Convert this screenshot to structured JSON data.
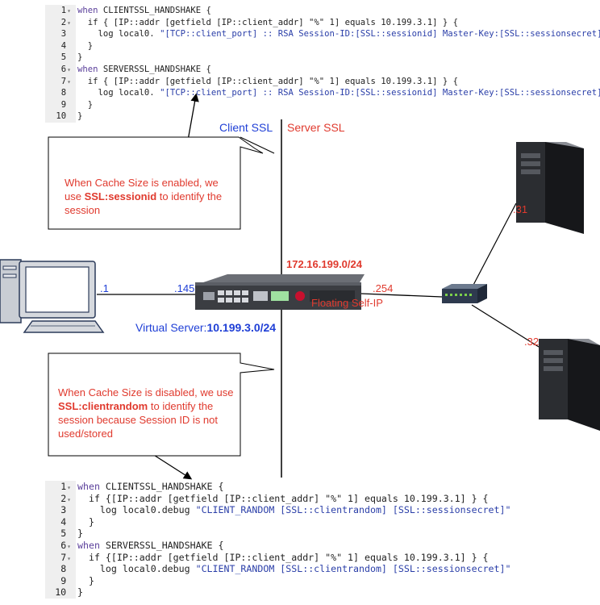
{
  "code_top": {
    "lines": [
      {
        "n": "1",
        "fold": true,
        "parts": [
          {
            "t": "when",
            "c": "kw"
          },
          {
            "t": " CLIENTSSL_HANDSHAKE {",
            "c": ""
          }
        ]
      },
      {
        "n": "2",
        "fold": true,
        "parts": [
          {
            "t": "  if { [IP::addr [getfield [IP::client_addr] \"%\" 1] equals 10.199.3.1] } {",
            "c": ""
          }
        ]
      },
      {
        "n": "3",
        "fold": false,
        "parts": [
          {
            "t": "    log local0. ",
            "c": ""
          },
          {
            "t": "\"[TCP::client_port] :: RSA Session-ID:[SSL::sessionid] Master-Key:[SSL::sessionsecret]\"",
            "c": "str"
          }
        ]
      },
      {
        "n": "4",
        "fold": false,
        "parts": [
          {
            "t": "  }",
            "c": ""
          }
        ]
      },
      {
        "n": "5",
        "fold": false,
        "parts": [
          {
            "t": "}",
            "c": ""
          }
        ]
      },
      {
        "n": "6",
        "fold": true,
        "parts": [
          {
            "t": "when",
            "c": "kw"
          },
          {
            "t": " SERVERSSL_HANDSHAKE {",
            "c": ""
          }
        ]
      },
      {
        "n": "7",
        "fold": true,
        "parts": [
          {
            "t": "  if { [IP::addr [getfield [IP::client_addr] \"%\" 1] equals 10.199.3.1] } {",
            "c": ""
          }
        ]
      },
      {
        "n": "8",
        "fold": false,
        "parts": [
          {
            "t": "    log local0. ",
            "c": ""
          },
          {
            "t": "\"[TCP::client_port] :: RSA Session-ID:[SSL::sessionid] Master-Key:[SSL::sessionsecret]\"",
            "c": "str"
          }
        ]
      },
      {
        "n": "9",
        "fold": false,
        "parts": [
          {
            "t": "  }",
            "c": ""
          }
        ]
      },
      {
        "n": "10",
        "fold": false,
        "parts": [
          {
            "t": "}",
            "c": ""
          }
        ]
      }
    ]
  },
  "code_bottom": {
    "lines": [
      {
        "n": "1",
        "fold": true,
        "parts": [
          {
            "t": "when",
            "c": "kw"
          },
          {
            "t": " CLIENTSSL_HANDSHAKE {",
            "c": ""
          }
        ]
      },
      {
        "n": "2",
        "fold": true,
        "parts": [
          {
            "t": "  if {[IP::addr [getfield [IP::client_addr] \"%\" 1] equals 10.199.3.1] } {",
            "c": ""
          }
        ]
      },
      {
        "n": "3",
        "fold": false,
        "parts": [
          {
            "t": "    log local0.debug ",
            "c": ""
          },
          {
            "t": "\"CLIENT_RANDOM [SSL::clientrandom] [SSL::sessionsecret]\"",
            "c": "str"
          }
        ]
      },
      {
        "n": "4",
        "fold": false,
        "parts": [
          {
            "t": "  }",
            "c": ""
          }
        ]
      },
      {
        "n": "5",
        "fold": false,
        "parts": [
          {
            "t": "}",
            "c": ""
          }
        ]
      },
      {
        "n": "6",
        "fold": true,
        "parts": [
          {
            "t": "when",
            "c": "kw"
          },
          {
            "t": " SERVERSSL_HANDSHAKE {",
            "c": ""
          }
        ]
      },
      {
        "n": "7",
        "fold": true,
        "parts": [
          {
            "t": "  if {[IP::addr [getfield [IP::client_addr] \"%\" 1] equals 10.199.3.1] } {",
            "c": ""
          }
        ]
      },
      {
        "n": "8",
        "fold": false,
        "parts": [
          {
            "t": "    log local0.debug ",
            "c": ""
          },
          {
            "t": "\"CLIENT_RANDOM [SSL::clientrandom] [SSL::sessionsecret]\"",
            "c": "str"
          }
        ]
      },
      {
        "n": "9",
        "fold": false,
        "parts": [
          {
            "t": "  }",
            "c": ""
          }
        ]
      },
      {
        "n": "10",
        "fold": false,
        "parts": [
          {
            "t": "}",
            "c": ""
          }
        ]
      }
    ]
  },
  "labels": {
    "client_ssl": "Client SSL",
    "server_ssl": "Server SSL",
    "client_ip": ".1",
    "vip_ip": ".145",
    "self_ip": ".254",
    "server1_ip": ".31",
    "server2_ip": ".32",
    "server_network": "172.16.199.0/24",
    "floating": "Floating Self-IP",
    "virtual_server_prefix": "Virtual Server:",
    "virtual_server_net": "10.199.3.0/24"
  },
  "callouts": {
    "top": {
      "pre": "When Cache Size is enabled, we use ",
      "bold": "SSL:sessionid",
      "post": " to identify the session"
    },
    "bottom": {
      "pre": "When Cache Size is disabled, we use ",
      "bold": "SSL:clientrandom",
      "post": " to identify the session because Session ID is not used/stored"
    }
  },
  "colors": {
    "blue": "#1f3fd6",
    "red": "#e03a2e",
    "code_blue": "#2a3ea8",
    "keyword": "#5a3e9a"
  },
  "icons": [
    "workstation-icon",
    "big-ip-appliance-icon",
    "network-switch-icon",
    "server-tower-icon"
  ]
}
